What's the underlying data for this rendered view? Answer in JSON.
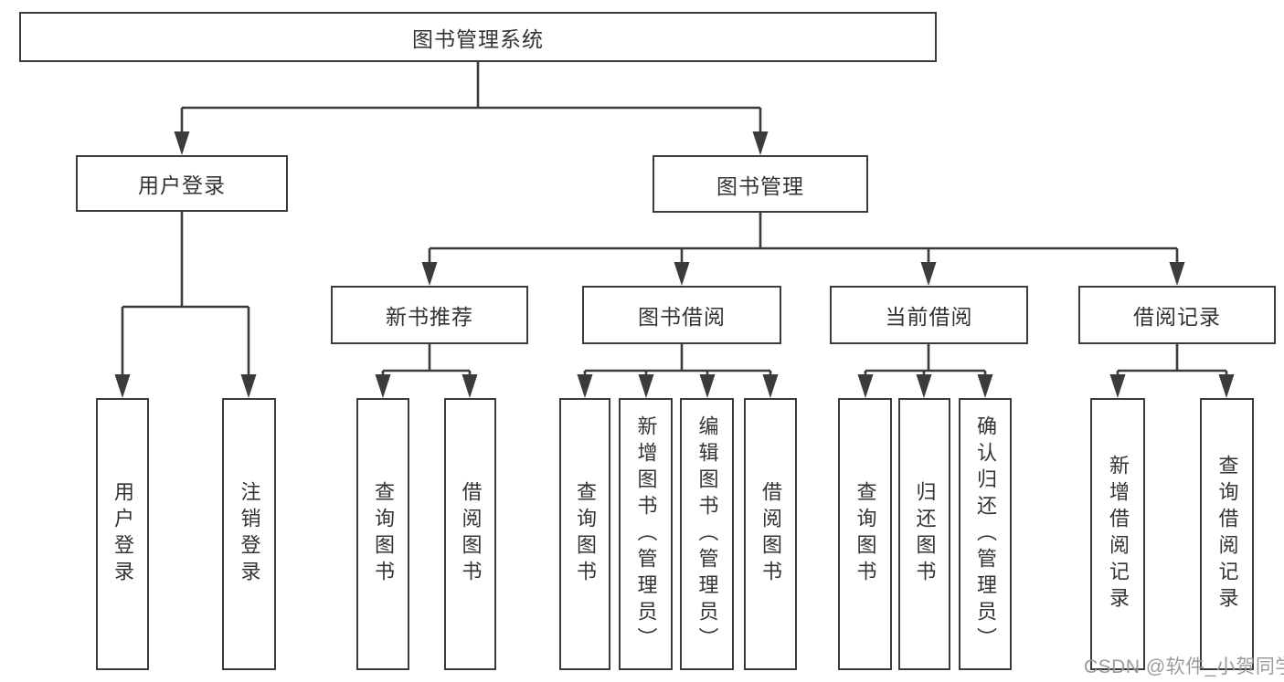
{
  "nodes": {
    "root": "图书管理系统",
    "user_login": "用户登录",
    "book_management": "图书管理",
    "new_book_recommend": "新书推荐",
    "book_borrow": "图书借阅",
    "current_borrow": "当前借阅",
    "borrow_records": "借阅记录",
    "leaf_user_login": "用户登录",
    "leaf_logout": "注销登录",
    "leaf_query_books_1": "查询图书",
    "leaf_borrow_books_1": "借阅图书",
    "leaf_query_books_2": "查询图书",
    "leaf_add_book_admin": "新增图书（管理员）",
    "leaf_edit_book_admin": "编辑图书（管理员）",
    "leaf_borrow_books_2": "借阅图书",
    "leaf_query_books_3": "查询图书",
    "leaf_return_book": "归还图书",
    "leaf_confirm_return_admin": "确认归还（管理员）",
    "leaf_add_borrow_record": "新增借阅记录",
    "leaf_query_borrow_record": "查询借阅记录"
  },
  "watermark": "CSDN @软件_小贺同学",
  "colors": {
    "line": "#3b3b3b",
    "text": "#333333",
    "watermark": "#9b9b9b",
    "background": "#ffffff"
  }
}
